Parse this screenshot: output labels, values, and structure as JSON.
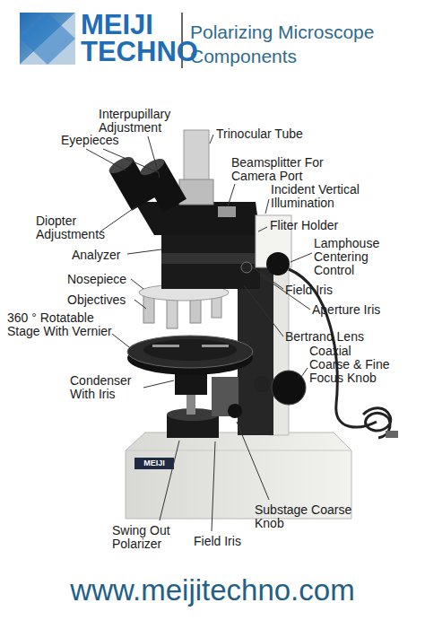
{
  "diagram": {
    "title": "Polarizing Microscope Components",
    "labels": [
      "MEIJI",
      "TECHNO",
      "Interpupillary Adjustment",
      "Eyepieces",
      "Trinocular Tube",
      "Beamsplitter For Camera Port",
      "Incident Vertical Illumination",
      "Fliter Holder",
      "Lamphouse Centering Control",
      "Diopter Adjustments",
      "Analyzer",
      "Nosepiece",
      "Objectives",
      "360 ° Rotatable Stage With Vernier",
      "Field Iris",
      "Aperture Iris",
      "Bertrand Lens",
      "Coaxial Coarse & Fine Focus Knob",
      "Condenser With Iris",
      "MEIJI",
      "Substage Coarse Knob",
      "Swing Out Polarizer",
      "Field Iris",
      "www.meijitechno.com"
    ]
  }
}
